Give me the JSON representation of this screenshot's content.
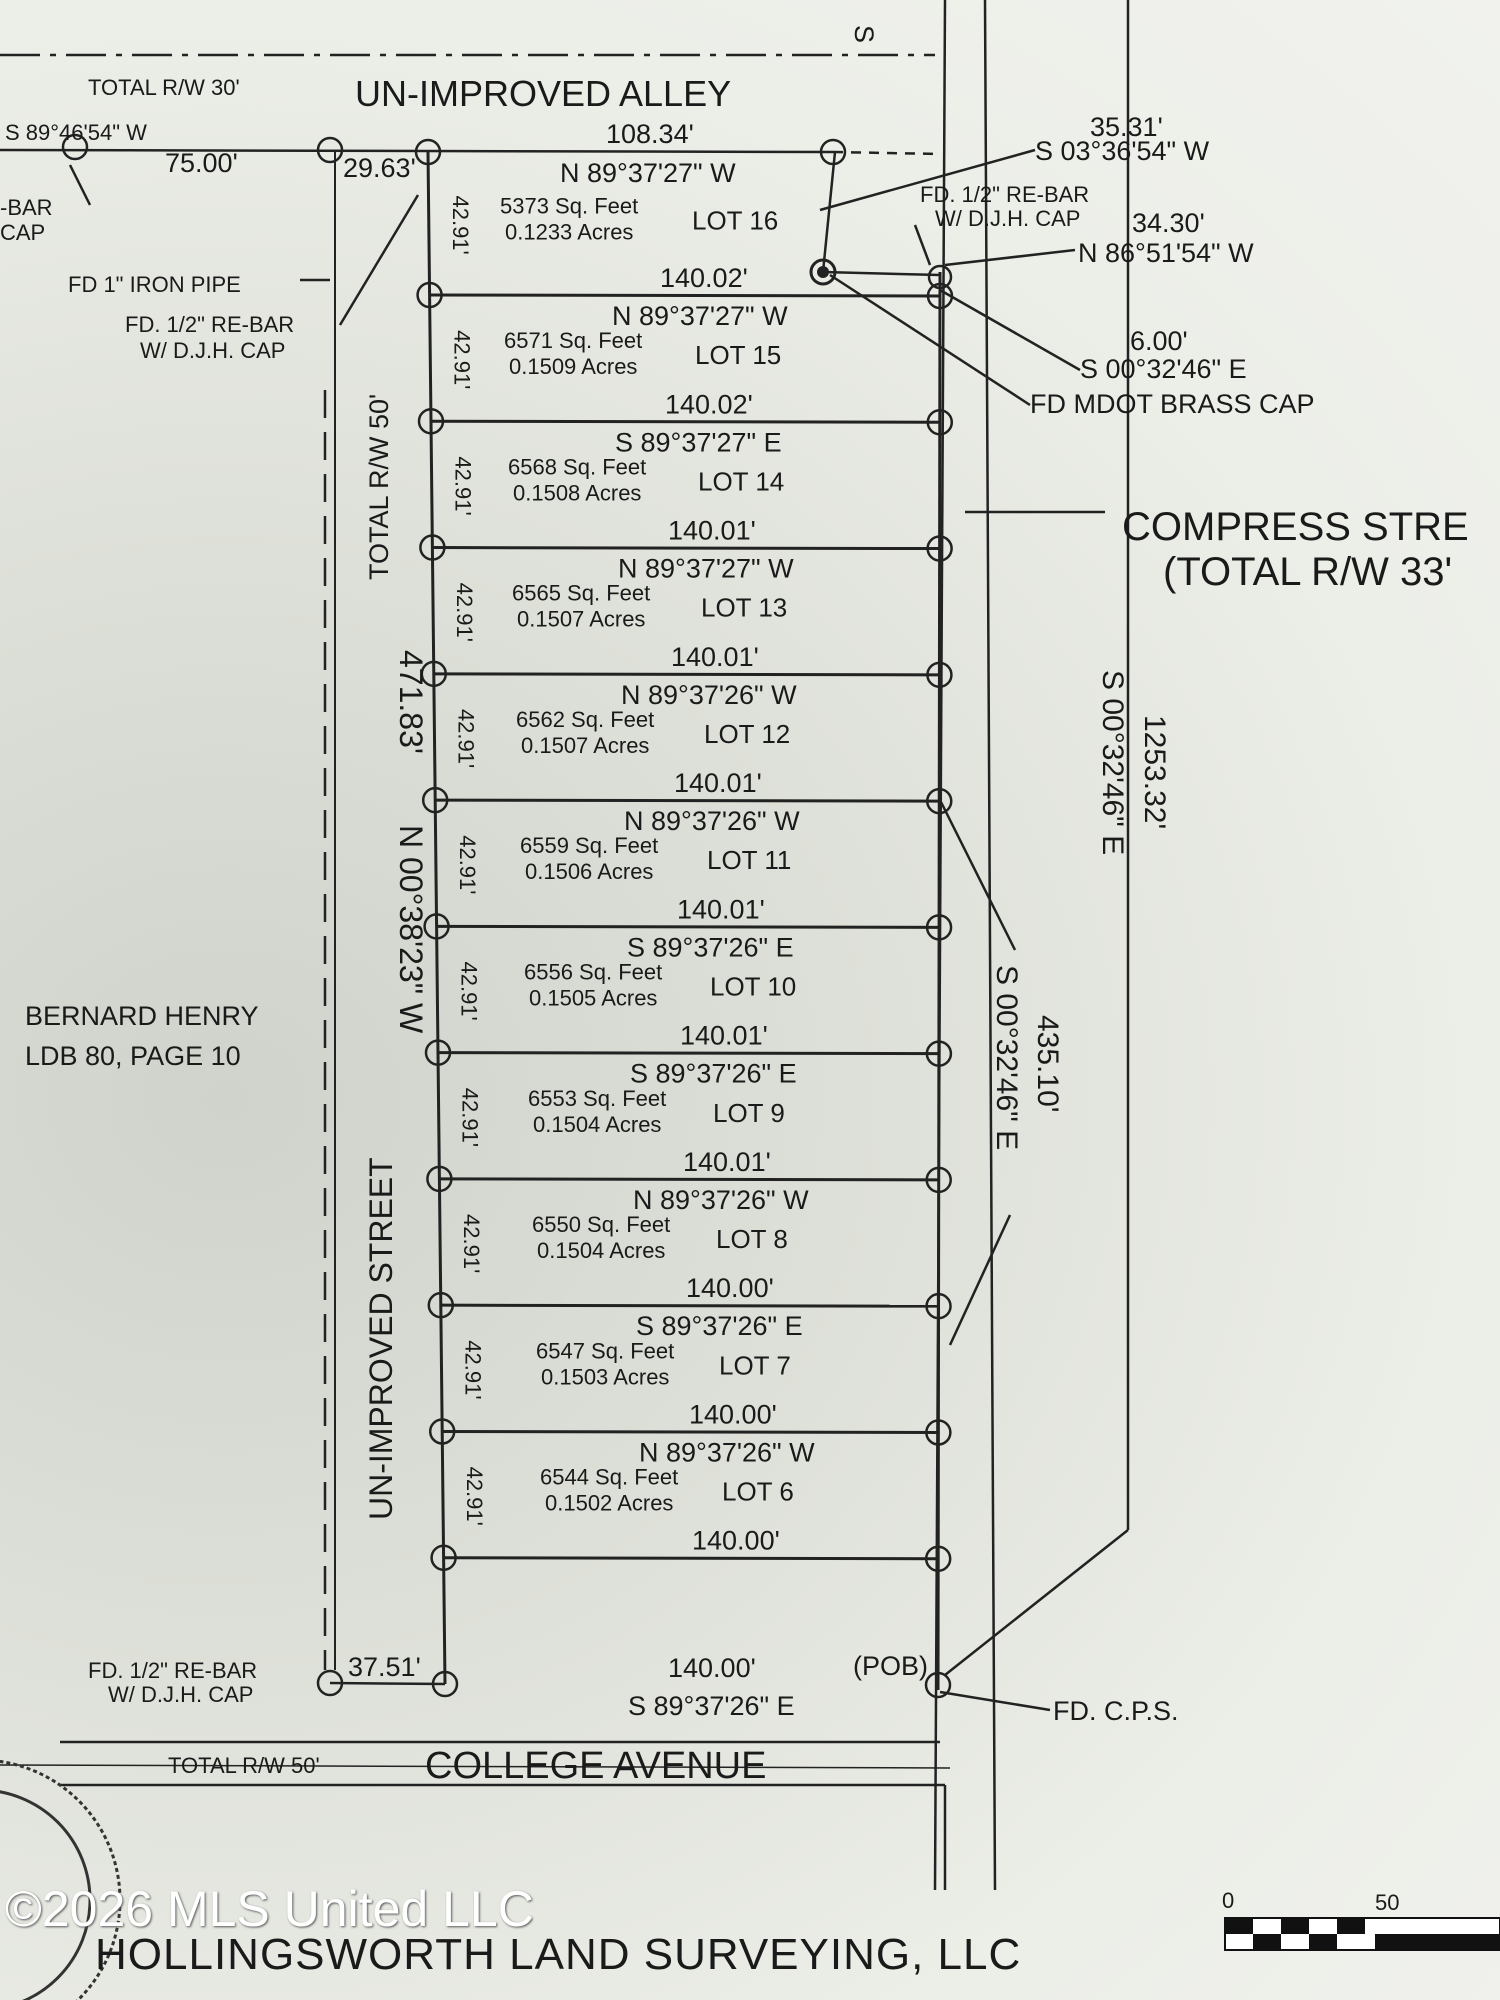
{
  "plat": {
    "alley_name": "UN-IMPROVED ALLEY",
    "alley_rw": "TOTAL R/W 30'",
    "street_name": "UN-IMPROVED STREET",
    "street_rw": "TOTAL R/W 50'",
    "compress_street": "COMPRESS STRE",
    "compress_rw": "(TOTAL R/W 33'",
    "college_avenue": "COLLEGE AVENUE",
    "college_rw": "TOTAL R/W 50'",
    "adjacent_owner": "BERNARD HENRY",
    "adjacent_deed": "LDB 80, PAGE 10",
    "west_bearing": "N 00°38'23\" W",
    "west_distance": "471.83'",
    "east_bearing": "S 00°32'46\" E",
    "east_distance": "435.10'",
    "far_east_bearing": "S 00°32'46\" E",
    "far_east_distance": "1253.32'",
    "top_left_bearing": "S 89°46'54\" W",
    "top_left_dist1": "75.00'",
    "top_left_dist2": "29.63'",
    "alley_distance": "108.34'",
    "alley_bearing": "N 89°37'27\" W",
    "ne_dist1": "35.31'",
    "ne_bearing1": "S 03°36'54\" W",
    "ne_rebar": "FD. 1/2\" RE-BAR",
    "ne_rebar_cap": "W/ D.J.H. CAP",
    "ne_dist2": "34.30'",
    "ne_bearing2": "N 86°51'54\" W",
    "ne_dist3": "6.00'",
    "ne_bearing3": "S 00°32'46\" E",
    "mdot_cap": "FD MDOT BRASS CAP",
    "iron_pipe": "FD 1\" IRON PIPE",
    "nw_rebar": "FD. 1/2\" RE-BAR",
    "nw_rebar_cap": "W/ D.J.H. CAP",
    "left_rebar_partial": "-BAR",
    "left_cap_partial": "CAP",
    "sw_rebar": "FD. 1/2\" RE-BAR",
    "sw_rebar_cap": "W/ D.J.H. CAP",
    "sw_distance": "37.51'",
    "pob": "(POB)",
    "cps": "FD. C.P.S.",
    "bottom_line_dist": "140.00'",
    "bottom_line_bearing": "S 89°37'26\" E",
    "street_top_s": "S",
    "lot_side": "42.91'"
  },
  "lots": [
    {
      "name": "LOT 16",
      "sqft": "5373 Sq. Feet",
      "acres": "0.1233 Acres",
      "bottom_dist": "140.02'",
      "bottom_bearing": "N 89°37'27\" W"
    },
    {
      "name": "LOT 15",
      "sqft": "6571 Sq. Feet",
      "acres": "0.1509 Acres",
      "bottom_dist": "140.01'",
      "bottom_bearing": "S 89°37'27\" E"
    },
    {
      "name": "LOT 14",
      "sqft": "6568 Sq. Feet",
      "acres": "0.1508 Acres",
      "bottom_dist": "140.01'",
      "bottom_bearing": "N 89°37'27\" W"
    },
    {
      "name": "LOT 13",
      "sqft": "6565 Sq. Feet",
      "acres": "0.1507 Acres",
      "bottom_dist": "140.01'",
      "bottom_bearing": "N 89°37'26\" W"
    },
    {
      "name": "LOT 12",
      "sqft": "6562 Sq. Feet",
      "acres": "0.1507 Acres",
      "bottom_dist": "140.01'",
      "bottom_bearing": "N 89°37'26\" W"
    },
    {
      "name": "LOT 11",
      "sqft": "6559 Sq. Feet",
      "acres": "0.1506 Acres",
      "bottom_dist": "140.01'",
      "bottom_bearing": "S 89°37'26\" E"
    },
    {
      "name": "LOT 10",
      "sqft": "6556 Sq. Feet",
      "acres": "0.1505 Acres",
      "bottom_dist": "140.01'",
      "bottom_bearing": "S 89°37'26\" E"
    },
    {
      "name": "LOT 9",
      "sqft": "6553 Sq. Feet",
      "acres": "0.1504 Acres",
      "bottom_dist": "140.00'",
      "bottom_bearing": "N 89°37'26\" W"
    },
    {
      "name": "LOT 8",
      "sqft": "6550 Sq. Feet",
      "acres": "0.1504 Acres",
      "bottom_dist": "140.00'",
      "bottom_bearing": "S 89°37'26\" E"
    },
    {
      "name": "LOT 7",
      "sqft": "6547 Sq. Feet",
      "acres": "0.1503 Acres",
      "bottom_dist": "140.00'",
      "bottom_bearing": "N 89°37'26\" W"
    },
    {
      "name": "LOT 6",
      "sqft": "6544 Sq. Feet",
      "acres": "0.1502 Acres",
      "bottom_dist": "",
      "bottom_bearing": ""
    }
  ],
  "first_line_dist": "140.02'",
  "scale": {
    "zero": "0",
    "fifty": "50"
  },
  "footer": {
    "watermark": "©2026 MLS United LLC",
    "surveyor": "HOLLINGSWORTH LAND SURVEYING, LLC"
  }
}
